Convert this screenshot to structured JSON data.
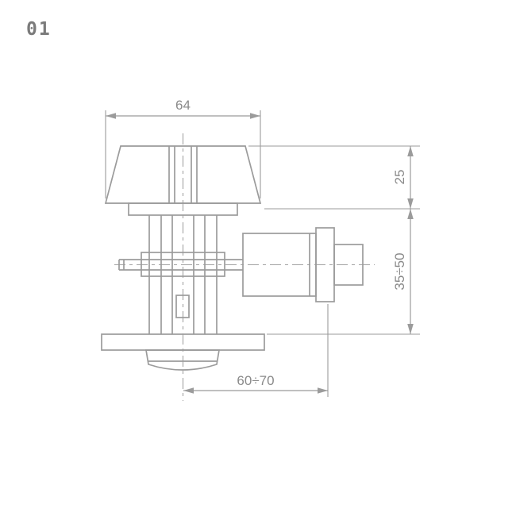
{
  "page": {
    "background": "#ffffff",
    "drawing_number": "01"
  },
  "diagram": {
    "subject": "tap-valve-side-view-technical-drawing",
    "dimensions": {
      "top_width": "64",
      "knob_height": "25",
      "body_height": "35÷50",
      "side_offset": "60÷70"
    },
    "colors": {
      "line": "#9b9b9b",
      "dimension_text": "#8a8a8a",
      "label": "#7b7b7b"
    }
  }
}
